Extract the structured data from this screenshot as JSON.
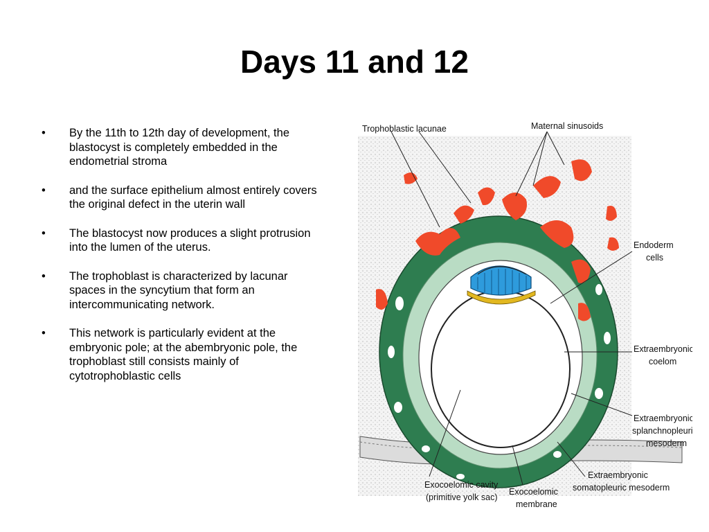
{
  "slide": {
    "title": "Days 11 and 12"
  },
  "bullets": [
    "By the 11th to 12th day of development, the blastocyst is completely embedded in the endometrial stroma",
    "and the surface epithelium almost entirely covers the original defect in the uterin wall",
    "The blastocyst now produces a slight protrusion into the lumen of the uterus.",
    "The trophoblast is characterized by lacunar spaces in the syncytium that form an intercommunicating network.",
    "This network is particularly evident at the embryonic pole; at the abembryonic pole, the trophoblast still consists mainly of cytotrophoblastic cells"
  ],
  "figure": {
    "labels": {
      "trophoblastic_lacunae": "Trophoblastic lacunae",
      "maternal_sinusoids": "Maternal sinusoids",
      "endoderm_1": "Endoderm",
      "endoderm_2": "cells",
      "extra_coelom_1": "Extraembryonic",
      "extra_coelom_2": "coelom",
      "splanch_1": "Extraembryonic",
      "splanch_2": "splanchnopleuric",
      "splanch_3": "mesoderm",
      "somato_1": "Extraembryonic",
      "somato_2": "somatopleuric mesoderm",
      "exo_cavity_1": "Exocoelomic cavity",
      "exo_cavity_2": "(primitive yolk sac)",
      "exo_membrane_1": "Exocoelomic",
      "exo_membrane_2": "membrane"
    },
    "colors": {
      "trophoblast": "#2e7d50",
      "mesoderm": "#b9dcc4",
      "lacunae": "#f04a2a",
      "epiblast": "#2e9bdc",
      "hypoblast": "#e2b820",
      "stroma": "#ececec"
    }
  }
}
